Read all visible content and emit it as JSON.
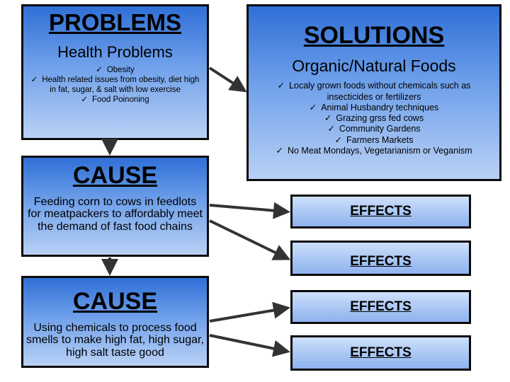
{
  "problems": {
    "title": "PROBLEMS",
    "subtitle": "Health Problems",
    "items": [
      "Obesity",
      "Health related issues from obesity, diet high in fat, sugar, & salt with low exercise",
      "Food Poinoning"
    ]
  },
  "solutions": {
    "title": "SOLUTIONS",
    "subtitle": "Organic/Natural Foods",
    "items": [
      "Localy grown foods without chemicals such as insecticides or fertilizers",
      "Animal Husbandry techniques",
      "Grazing grss fed cows",
      "Community Gardens",
      "Farmers Markets",
      "No Meat Mondays, Vegetarianism or Veganism"
    ]
  },
  "cause1": {
    "title": "CAUSE",
    "text": "Feeding corn to cows in feedlots for meatpackers to affordably meet the demand of fast food chains"
  },
  "cause2": {
    "title": "CAUSE",
    "text": "Using chemicals to process food smells to make high fat, high sugar, high salt taste good"
  },
  "effects": [
    "EFFECTS",
    "EFFECTS",
    "EFFECTS",
    "EFFECTS"
  ],
  "check_glyph": "✓",
  "colors": {
    "box_top": "#2f6fd6",
    "box_bottom": "#b9d1f5",
    "border": "#0a0a0a",
    "arrow": "#333333"
  }
}
